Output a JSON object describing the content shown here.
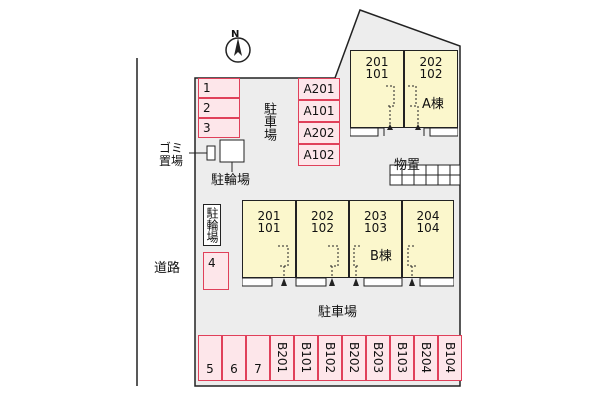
{
  "compass": {
    "label": "N"
  },
  "road_label": "道路",
  "garbage_label": "ゴミ置場",
  "bike_lot_label": "駐輪場",
  "bike_lot_label_2": "駐輪場",
  "storage_label": "物置",
  "parking_label_top": "駐車場",
  "parking_label_bottom": "駐車場",
  "left_stalls": [
    "1",
    "2",
    "3"
  ],
  "left_stall_4": "4",
  "a_stalls": [
    "A201",
    "A101",
    "A202",
    "A102"
  ],
  "bottom_stalls": [
    "5",
    "6",
    "7",
    "B201",
    "B101",
    "B102",
    "B202",
    "B203",
    "B103",
    "B204",
    "B104"
  ],
  "building_a": {
    "label": "A棟",
    "units": [
      {
        "upper": "201",
        "lower": "101"
      },
      {
        "upper": "202",
        "lower": "102"
      }
    ]
  },
  "building_b": {
    "label": "B棟",
    "units": [
      {
        "upper": "201",
        "lower": "101"
      },
      {
        "upper": "202",
        "lower": "102"
      },
      {
        "upper": "203",
        "lower": "103"
      },
      {
        "upper": "204",
        "lower": "104"
      }
    ]
  },
  "colors": {
    "stall_border": "#e0405a",
    "stall_fill": "#fde6ea",
    "unit_fill": "#fbf7cc",
    "site_fill": "#ededed"
  }
}
